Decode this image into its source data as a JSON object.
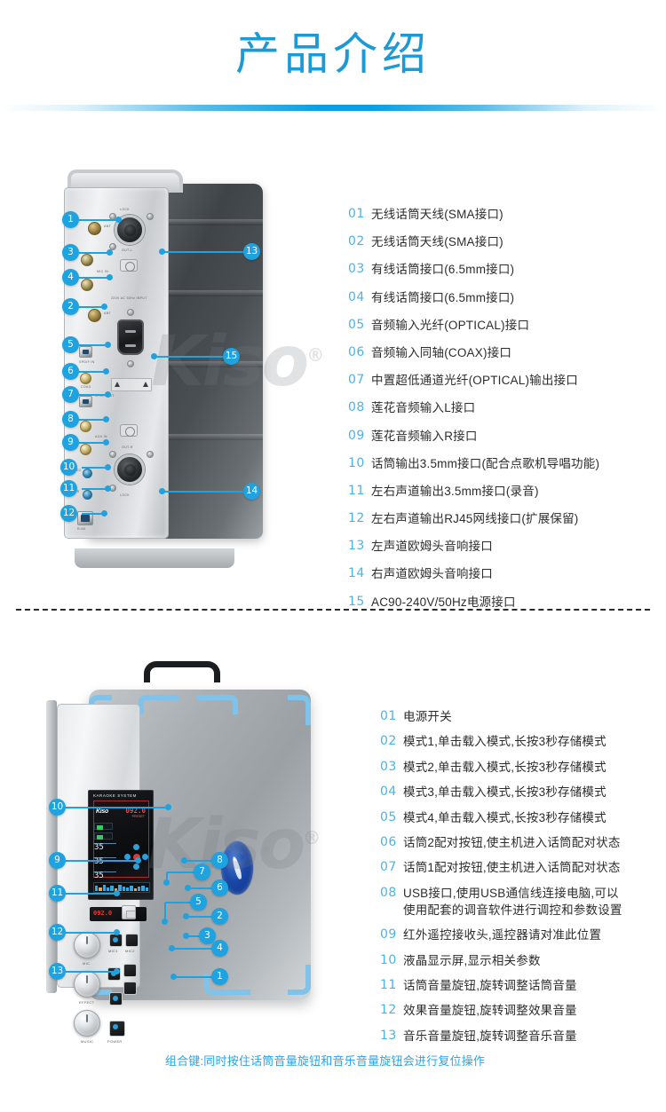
{
  "header": {
    "title": "产品介绍"
  },
  "rear_section": {
    "figure_name": "rear-panel-photo",
    "watermark": "Kiso",
    "watermark_reg": "®",
    "panel_labels": [
      "LOCK",
      "OUT-L",
      "LOCK",
      "OUT-R",
      "ANT",
      "MIC IN",
      "ANT",
      "SPDIF IN",
      "COAX",
      "SPDIF OUT",
      "AUX IN",
      "REC",
      "L/R",
      "RJ45",
      "220V AC 50Hz INPUT",
      "CAUTION"
    ],
    "items": [
      {
        "num": "01",
        "text": "无线话筒天线(SMA接口)"
      },
      {
        "num": "02",
        "text": "无线话筒天线(SMA接口)"
      },
      {
        "num": "03",
        "text": "有线话筒接口(6.5mm接口)"
      },
      {
        "num": "04",
        "text": "有线话筒接口(6.5mm接口)"
      },
      {
        "num": "05",
        "text": "音频输入光纤(OPTICAL)接口"
      },
      {
        "num": "06",
        "text": "音频输入同轴(COAX)接口"
      },
      {
        "num": "07",
        "text": "中置超低通道光纤(OPTICAL)输出接口"
      },
      {
        "num": "08",
        "text": "莲花音频输入L接口"
      },
      {
        "num": "09",
        "text": "莲花音频输入R接口"
      },
      {
        "num": "10",
        "text": "话筒输出3.5mm接口(配合点歌机导唱功能)"
      },
      {
        "num": "11",
        "text": "左右声道输出3.5mm接口(录音)"
      },
      {
        "num": "12",
        "text": "左右声道输出RJ45网线接口(扩展保留)"
      },
      {
        "num": "13",
        "text": "左声道欧姆头音响接口"
      },
      {
        "num": "14",
        "text": "右声道欧姆头音响接口"
      },
      {
        "num": "15",
        "text": "AC90-240V/50Hz电源接口"
      }
    ],
    "callouts": [
      "1",
      "2",
      "3",
      "4",
      "5",
      "6",
      "7",
      "8",
      "9",
      "10",
      "11",
      "12",
      "13",
      "14",
      "15"
    ]
  },
  "front_section": {
    "figure_name": "front-panel-photo",
    "watermark": "Kiso",
    "watermark_reg": "®",
    "lcd": {
      "header": "KARAOKE SYSTEM",
      "brand": "Kiso",
      "big_number": "092.0",
      "sub_text": "PRESET",
      "values": [
        "35",
        "35",
        "35"
      ],
      "ir_number": "092.0"
    },
    "knob_labels": [
      "MIC",
      "EFFECT",
      "MUSIC"
    ],
    "power_label": "POWER",
    "button_labels": [
      "MIC1",
      "MIC2"
    ],
    "items": [
      {
        "num": "01",
        "text": "电源开关"
      },
      {
        "num": "02",
        "text": "模式1,单击载入模式,长按3秒存储模式"
      },
      {
        "num": "03",
        "text": "模式2,单击载入模式,长按3秒存储模式"
      },
      {
        "num": "04",
        "text": "模式3,单击载入模式,长按3秒存储模式"
      },
      {
        "num": "05",
        "text": "模式4,单击载入模式,长按3秒存储模式"
      },
      {
        "num": "06",
        "text": "话筒2配对按钮,使主机进入话筒配对状态"
      },
      {
        "num": "07",
        "text": "话筒1配对按钮,使主机进入话筒配对状态"
      },
      {
        "num": "08",
        "text": "USB接口,使用USB通信线连接电脑,可以",
        "text_line2": "使用配套的调音软件进行调控和参数设置"
      },
      {
        "num": "09",
        "text": "红外遥控接收头,遥控器请对准此位置"
      },
      {
        "num": "10",
        "text": "液晶显示屏,显示相关参数"
      },
      {
        "num": "11",
        "text": "话筒音量旋钮,旋转调整话筒音量"
      },
      {
        "num": "12",
        "text": "效果音量旋钮,旋转调整效果音量"
      },
      {
        "num": "13",
        "text": "音乐音量旋钮,旋转调整音乐音量"
      }
    ],
    "callouts": [
      "1",
      "2",
      "3",
      "4",
      "5",
      "6",
      "7",
      "8",
      "9",
      "10",
      "11",
      "12",
      "13"
    ],
    "combo_note": "组合键:同时按住话筒音量旋钮和音乐音量旋钮会进行复位操作"
  },
  "colors": {
    "accent": "#1ea2e0",
    "title": "#1b9ad6",
    "number": "#4cb3e6",
    "text": "#2c2c2c"
  }
}
